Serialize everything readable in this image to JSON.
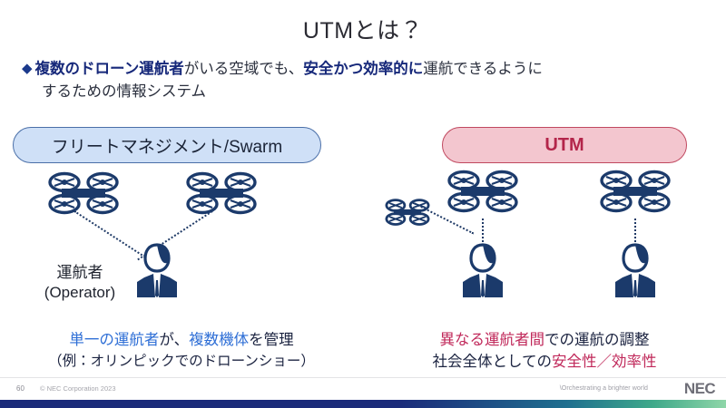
{
  "slide": {
    "title": "UTMとは？",
    "page_number": "60",
    "copyright": "© NEC Corporation 2023",
    "tagline": "\\Orchestrating a brighter world",
    "logo": "NEC"
  },
  "bullet": {
    "marker": "◆",
    "line1_bold_a": "複数のドローン運航者",
    "line1_norm_a": "がいる空域でも、",
    "line1_bold_b": "安全かつ効率的に",
    "line1_norm_b": "運航できるように",
    "line2": "するための情報システム"
  },
  "left_panel": {
    "header": "フリートマネジメント/Swarm",
    "operator_label_line1": "運航者",
    "operator_label_line2": "(Operator)",
    "caption_blue_a": "単一の運航者",
    "caption_dark_a": "が、",
    "caption_blue_b": "複数機体",
    "caption_dark_b": "を管理",
    "caption_sub": "（例：オリンピックでのドローンショー）",
    "drone_count": 2,
    "operator_count": 1
  },
  "right_panel": {
    "header": "UTM",
    "caption_crimson_a": "異なる運航者間",
    "caption_dark_a": "での運航の調整",
    "caption_dark_b": "社会全体としての",
    "caption_crimson_b": "安全性／効率性",
    "drone_count": 3,
    "operator_count": 2
  },
  "colors": {
    "navy_icon": "#1b3a6b",
    "pill_blue_fill": "#cfe0f7",
    "pill_blue_border": "#4a6fa8",
    "pill_pink_fill": "#f3c6cf",
    "pill_pink_border": "#c0485f",
    "utm_text": "#b3254a",
    "caption_blue": "#2f6fd6",
    "caption_crimson": "#c0285a",
    "bar_navy": "#1b2b7a",
    "bar_green": "#8fd6a8"
  }
}
